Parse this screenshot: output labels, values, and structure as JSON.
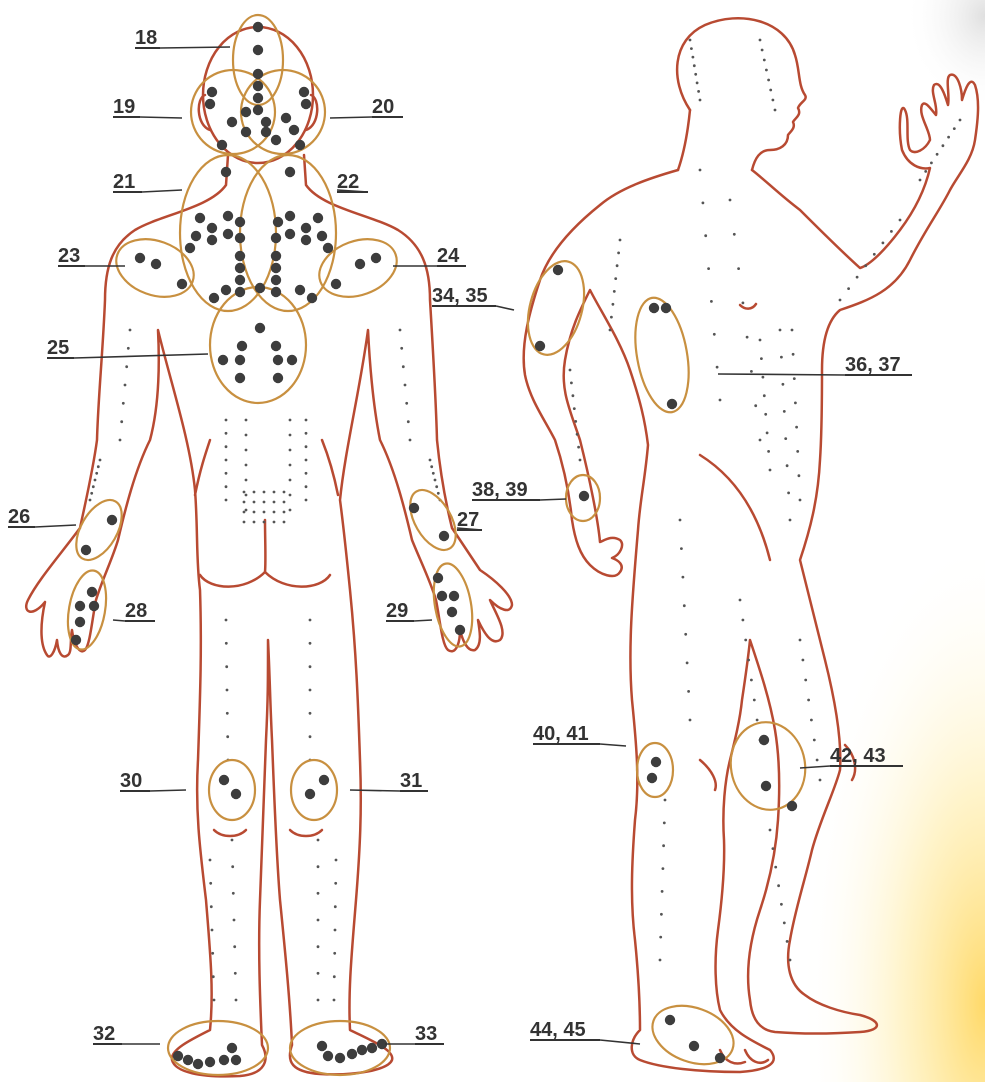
{
  "colors": {
    "body_outline": "#b84a32",
    "zone_outline": "#c89040",
    "point": "#3d3d3d",
    "label": "#333333",
    "glow": "#ffd24d"
  },
  "figures": [
    {
      "name": "back-view-figure"
    },
    {
      "name": "side-view-figure"
    }
  ],
  "labels": [
    "18",
    "19",
    "20",
    "21",
    "22",
    "23",
    "24",
    "25",
    "26",
    "27",
    "28",
    "29",
    "30",
    "31",
    "32",
    "33",
    "34, 35",
    "36, 37",
    "38, 39",
    "40, 41",
    "42, 43",
    "44, 45"
  ]
}
